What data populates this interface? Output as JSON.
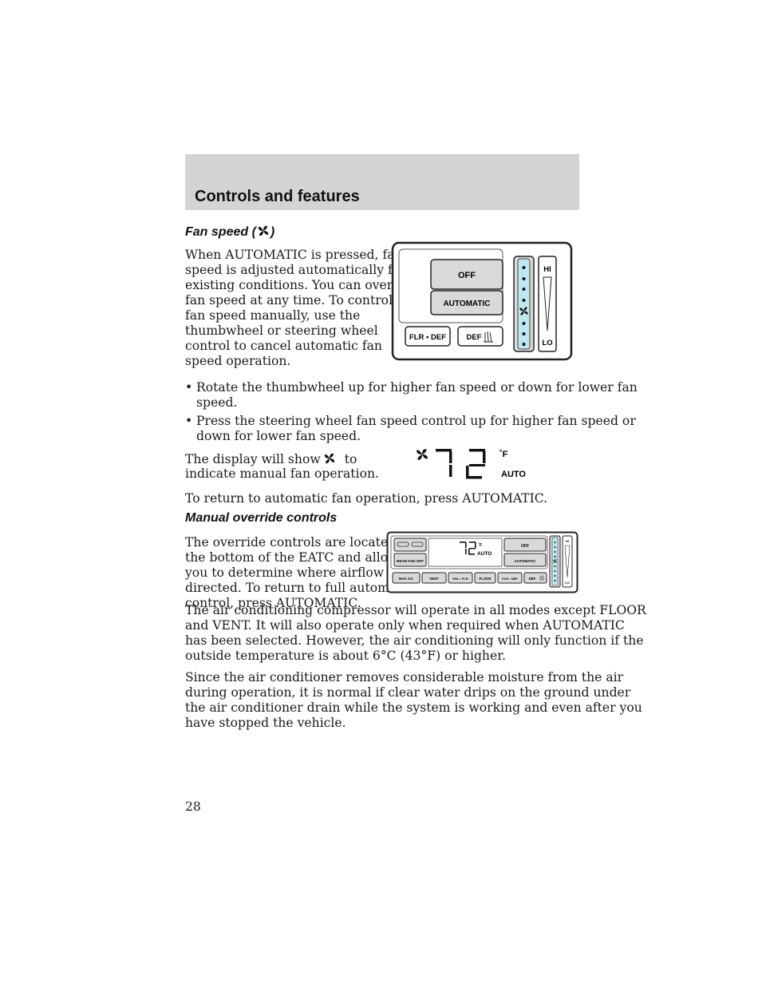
{
  "header": {
    "title": "Controls and features"
  },
  "section_fan": {
    "heading_prefix": "Fan speed (",
    "heading_suffix": ")",
    "fan_icon": "fan-icon",
    "paragraph_lines": [
      "When AUTOMATIC is pressed, fan",
      "speed is adjusted automatically for",
      "existing conditions. You can override",
      "fan speed at any time. To control",
      "fan speed manually, use the",
      "thumbwheel or steering wheel",
      "control to cancel automatic fan",
      "speed operation."
    ],
    "bullets": [
      {
        "line1": "Rotate the thumbwheel up for higher fan speed or down for lower fan",
        "line2": "speed."
      },
      {
        "line1": "Press the steering wheel fan speed control up for higher fan speed or",
        "line2": "down for lower fan speed."
      }
    ],
    "display_line1_pre": "The display will show",
    "display_line1_post": "to",
    "display_line2": "indicate manual fan operation.",
    "return_text": "To return to automatic fan operation, press AUTOMATIC."
  },
  "fig_fan_panel": {
    "btn_off": "OFF",
    "btn_automatic": "AUTOMATIC",
    "btn_flr_def": "FLR • DEF",
    "btn_def": "DEF",
    "label_hi": "HI",
    "label_lo": "LO"
  },
  "fig_display": {
    "unit": "˚F",
    "mode": "AUTO"
  },
  "section_manual": {
    "heading": "Manual override controls",
    "paragraph_lines": [
      "The override controls are located at",
      "the bottom of the EATC and allow",
      "you to determine where airflow is",
      "directed. To return to full automatic",
      "control, press AUTOMATIC."
    ],
    "ac_lines": [
      "The air conditioning compressor will operate in all modes except FLOOR",
      "and VENT. It will also operate only when required when AUTOMATIC",
      "has been selected. However, the air conditioning will only function if the",
      "outside temperature is about 6°C (43°F) or higher."
    ],
    "moisture_lines": [
      "Since the air conditioner removes considerable moisture from the air",
      "during operation, it is normal if clear water drips on the ground under",
      "the air conditioner drain while the system is working and even after you",
      "have stopped the vehicle."
    ]
  },
  "fig_full_panel": {
    "unit": "˚F",
    "mode": "AUTO",
    "btn_rear_fan_off": "REAR FAN OFF",
    "btn_off": "OFF",
    "btn_automatic": "AUTOMATIC",
    "btn_max_ac": "MAX A/C",
    "btn_vent": "VENT",
    "btn_pnl_flr": "PNL • FLR",
    "btn_floor": "FLOOR",
    "btn_flr_def": "FLR • DEF",
    "btn_def": "DEF",
    "label_hi": "HI",
    "label_lo": "LO"
  },
  "page_number": "28"
}
